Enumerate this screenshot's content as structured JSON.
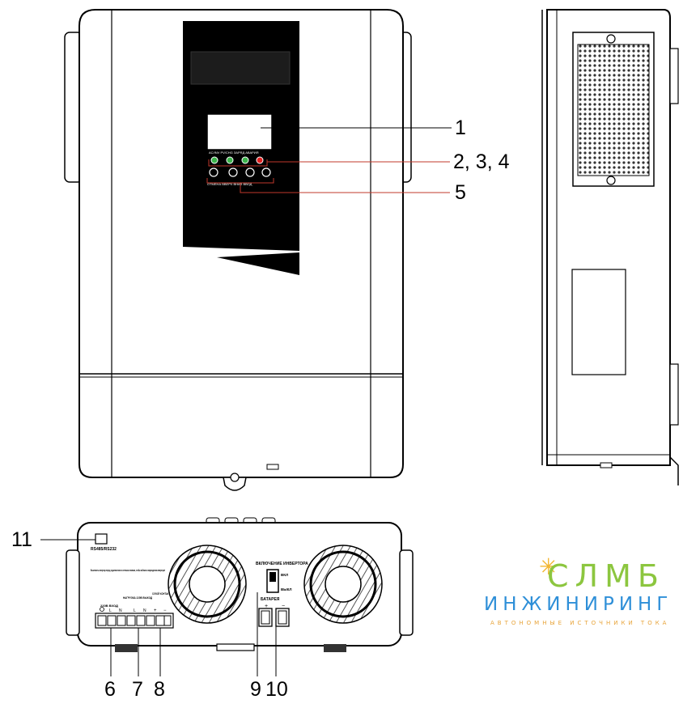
{
  "callouts": {
    "c1": "1",
    "c234": "2, 3, 4",
    "c5": "5",
    "c6": "6",
    "c7": "7",
    "c8": "8",
    "c9": "9",
    "c10": "10",
    "c11": "11"
  },
  "panel_labels": {
    "led_line": "AC/INV   PV/CHG   ЗАРЯД   АВАРИЯ",
    "btn_line": "ОТМЕНА   ВВЕРХ   ВНИЗ   ВВОД"
  },
  "bottom_labels": {
    "rs_port": "RS485/RS232",
    "warning": "Выключить инвертор перед подключением к сетевым клеммам, чтобы избежать повреждения инвертора!",
    "ac_in": "220В ВХОД",
    "load": "НАГРУЗКА 220В ВЫХОД",
    "contact_in": "СУХОЙ КОНТАКТ",
    "switch_title": "ВКЛЮЧЕНИЕ ИНВЕРТОРА",
    "switch_on": "ВКЛ",
    "switch_off": "ВЫКЛ",
    "battery": "БАТАРЕЯ",
    "plus": "+",
    "minus": "−",
    "l": "L",
    "n": "N"
  },
  "logo": {
    "main": "СЛМБ",
    "sub": "ИНЖИНИРИНГ",
    "tagline": "АВТОНОМНЫЕ ИСТОЧНИКИ ТОКА",
    "star": "✳"
  },
  "colors": {
    "logo_green": "#8cc63f",
    "logo_blue": "#2e8fd8",
    "logo_orange": "#e8a43a",
    "led_green": "#3cb44b",
    "led_red": "#e02020",
    "leader_red": "#c0392b"
  }
}
